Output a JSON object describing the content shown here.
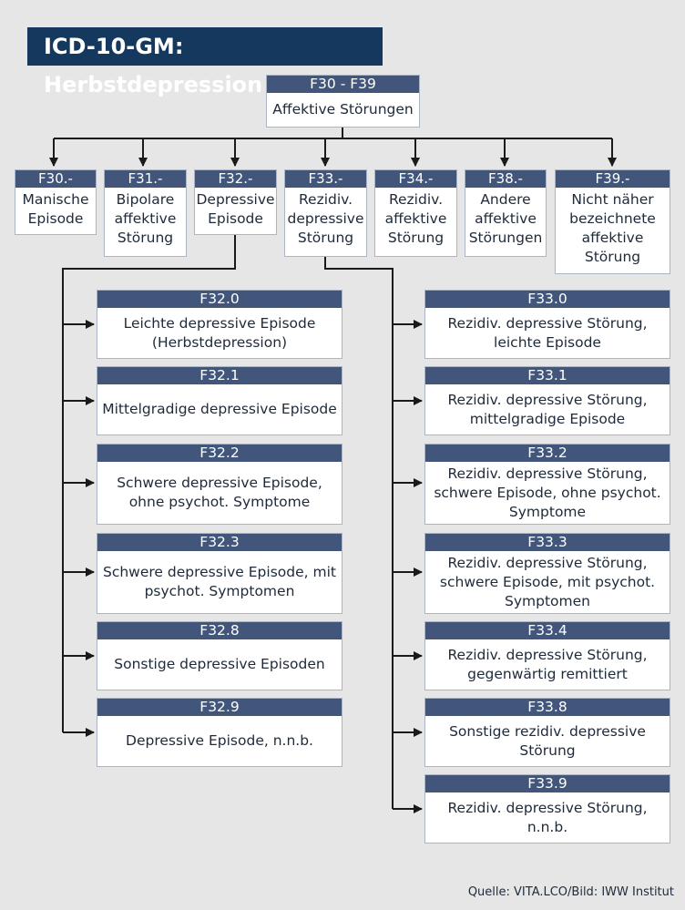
{
  "title": "ICD-10-GM: Herbstdepression",
  "root": {
    "code": "F30 - F39",
    "label": "Affektive Störungen"
  },
  "categories": [
    {
      "code": "F30.-",
      "label": "Manische\nEpisode"
    },
    {
      "code": "F31.-",
      "label": "Bipolare\naffektive\nStörung"
    },
    {
      "code": "F32.-",
      "label": "Depressive\nEpisode"
    },
    {
      "code": "F33.-",
      "label": "Rezidiv.\ndepressive\nStörung"
    },
    {
      "code": "F34.-",
      "label": "Rezidiv.\naffektive\nStörung"
    },
    {
      "code": "F38.-",
      "label": "Andere\naffektive\nStörungen"
    },
    {
      "code": "F39.-",
      "label": "Nicht näher\nbezeichnete\naffektive\nStörung"
    }
  ],
  "f32_items": [
    {
      "code": "F32.0",
      "label": "Leichte depressive Episode\n(Herbstdepression)"
    },
    {
      "code": "F32.1",
      "label": "Mittelgradige depressive Episode"
    },
    {
      "code": "F32.2",
      "label": "Schwere depressive Episode,\nohne psychot. Symptome"
    },
    {
      "code": "F32.3",
      "label": "Schwere depressive Episode, mit\npsychot. Symptomen"
    },
    {
      "code": "F32.8",
      "label": "Sonstige depressive Episoden"
    },
    {
      "code": "F32.9",
      "label": "Depressive Episode, n.n.b."
    }
  ],
  "f33_items": [
    {
      "code": "F33.0",
      "label": "Rezidiv. depressive Störung,\nleichte Episode"
    },
    {
      "code": "F33.1",
      "label": "Rezidiv. depressive Störung,\nmittelgradige Episode"
    },
    {
      "code": "F33.2",
      "label": "Rezidiv. depressive Störung,\nschwere Episode, ohne psychot.\nSymptome"
    },
    {
      "code": "F33.3",
      "label": "Rezidiv. depressive Störung,\nschwere Episode, mit psychot.\nSymptomen"
    },
    {
      "code": "F33.4",
      "label": "Rezidiv. depressive Störung,\ngegenwärtig remittiert"
    },
    {
      "code": "F33.8",
      "label": "Sonstige rezidiv. depressive\nStörung"
    },
    {
      "code": "F33.9",
      "label": "Rezidiv. depressive Störung,\nn.n.b."
    }
  ],
  "source": "Quelle: VITA.LCO/Bild: IWW Institut",
  "colors": {
    "title_bg": "#15385f",
    "header_bg": "#41567a",
    "line": "#1a1a1a",
    "background": "#e6e6e6"
  }
}
